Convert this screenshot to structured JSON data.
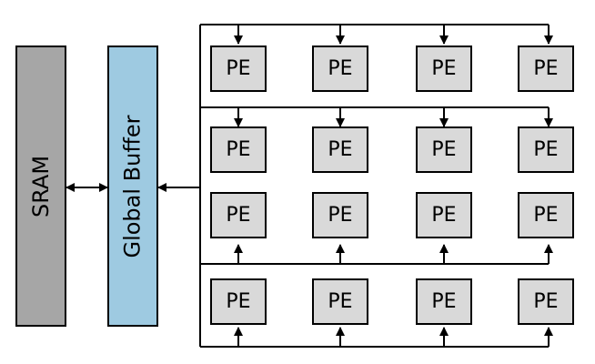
{
  "sram": {
    "label": "SRAM",
    "color": "#a6a6a6"
  },
  "global_buffer": {
    "label": "Global Buffer",
    "color": "#9ecae1"
  },
  "pe": {
    "label": "PE",
    "color": "#d9d9d9"
  },
  "pe_grid": {
    "rows": 4,
    "cols": 4
  }
}
